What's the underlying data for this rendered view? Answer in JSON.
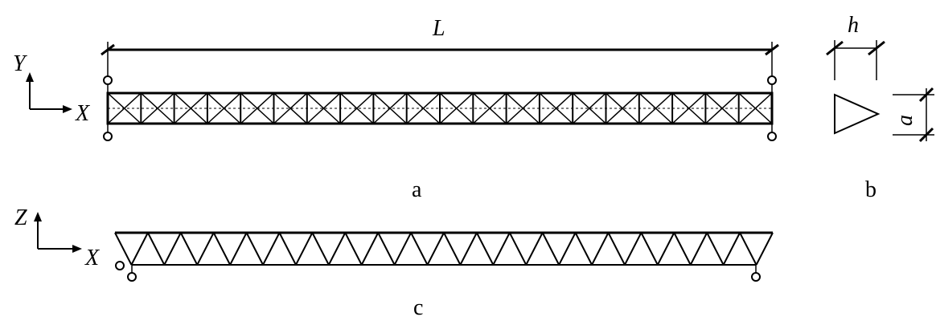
{
  "panels": {
    "a": {
      "label": "a",
      "axis_vertical": "Y",
      "axis_horizontal": "X",
      "span_label": "L"
    },
    "b": {
      "label": "b",
      "width_label": "h",
      "height_label": "a"
    },
    "c": {
      "label": "c",
      "axis_vertical": "Z",
      "axis_horizontal": "X"
    }
  },
  "truss": {
    "panel_count": 20
  },
  "colors": {
    "ink": "#000000",
    "background": "#ffffff"
  }
}
